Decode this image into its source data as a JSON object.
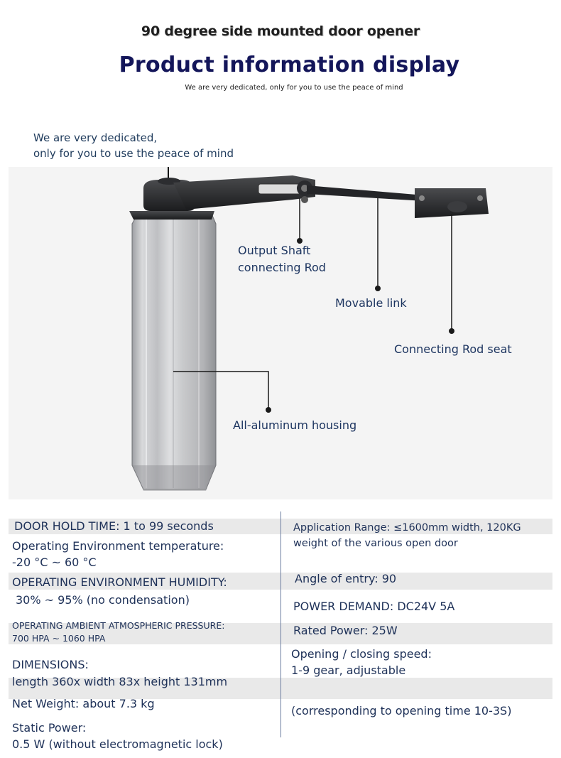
{
  "header": {
    "top_title": "90 degree side mounted door opener",
    "main_title": "Product information display",
    "subtitle": "We are very dedicated, only for you to use the peace of mind"
  },
  "dedication": {
    "line1": "We are very dedicated,",
    "line2": "only for you to use the peace of mind"
  },
  "callouts": {
    "output_shaft_line1": "Output Shaft",
    "output_shaft_line2": "connecting Rod",
    "movable_link": "Movable link",
    "connecting_rod_seat": "Connecting Rod seat",
    "housing": "All-aluminum housing"
  },
  "specs": {
    "left": {
      "hold_time": "DOOR HOLD TIME: 1 to 99 seconds",
      "env_temp_label": "Operating Environment temperature:",
      "env_temp_value": "-20 °C ~ 60 °C",
      "humidity_label": "OPERATING ENVIRONMENT HUMIDITY:",
      "humidity_value": "30% ~ 95% (no condensation)",
      "pressure_label": "OPERATING AMBIENT ATMOSPHERIC PRESSURE:",
      "pressure_value": "700 HPA ~ 1060 HPA",
      "dimensions_label": "DIMENSIONS:",
      "dimensions_value": "length 360x width 83x height 131mm",
      "net_weight": "Net Weight: about 7.3 kg",
      "static_power_label": "Static Power:",
      "static_power_value": "0.5 W (without electromagnetic lock)"
    },
    "right": {
      "application_line1": "Application Range: ≤1600mm width, 120KG",
      "application_line2": "weight of the various open door",
      "angle": "Angle of entry: 90",
      "power_demand": "POWER DEMAND: DC24V 5A",
      "rated_power": "Rated Power: 25W",
      "speed_label": "Opening / closing speed:",
      "speed_value": "1-9 gear, adjustable",
      "opening_time": "(corresponding to opening time 10-3S)"
    }
  },
  "colors": {
    "title_navy": "#14165a",
    "text_blue": "#1e3158",
    "band_gray": "#e9e9e9",
    "product_bg": "#f4f4f4",
    "aluminum": "#c4c5c7"
  }
}
